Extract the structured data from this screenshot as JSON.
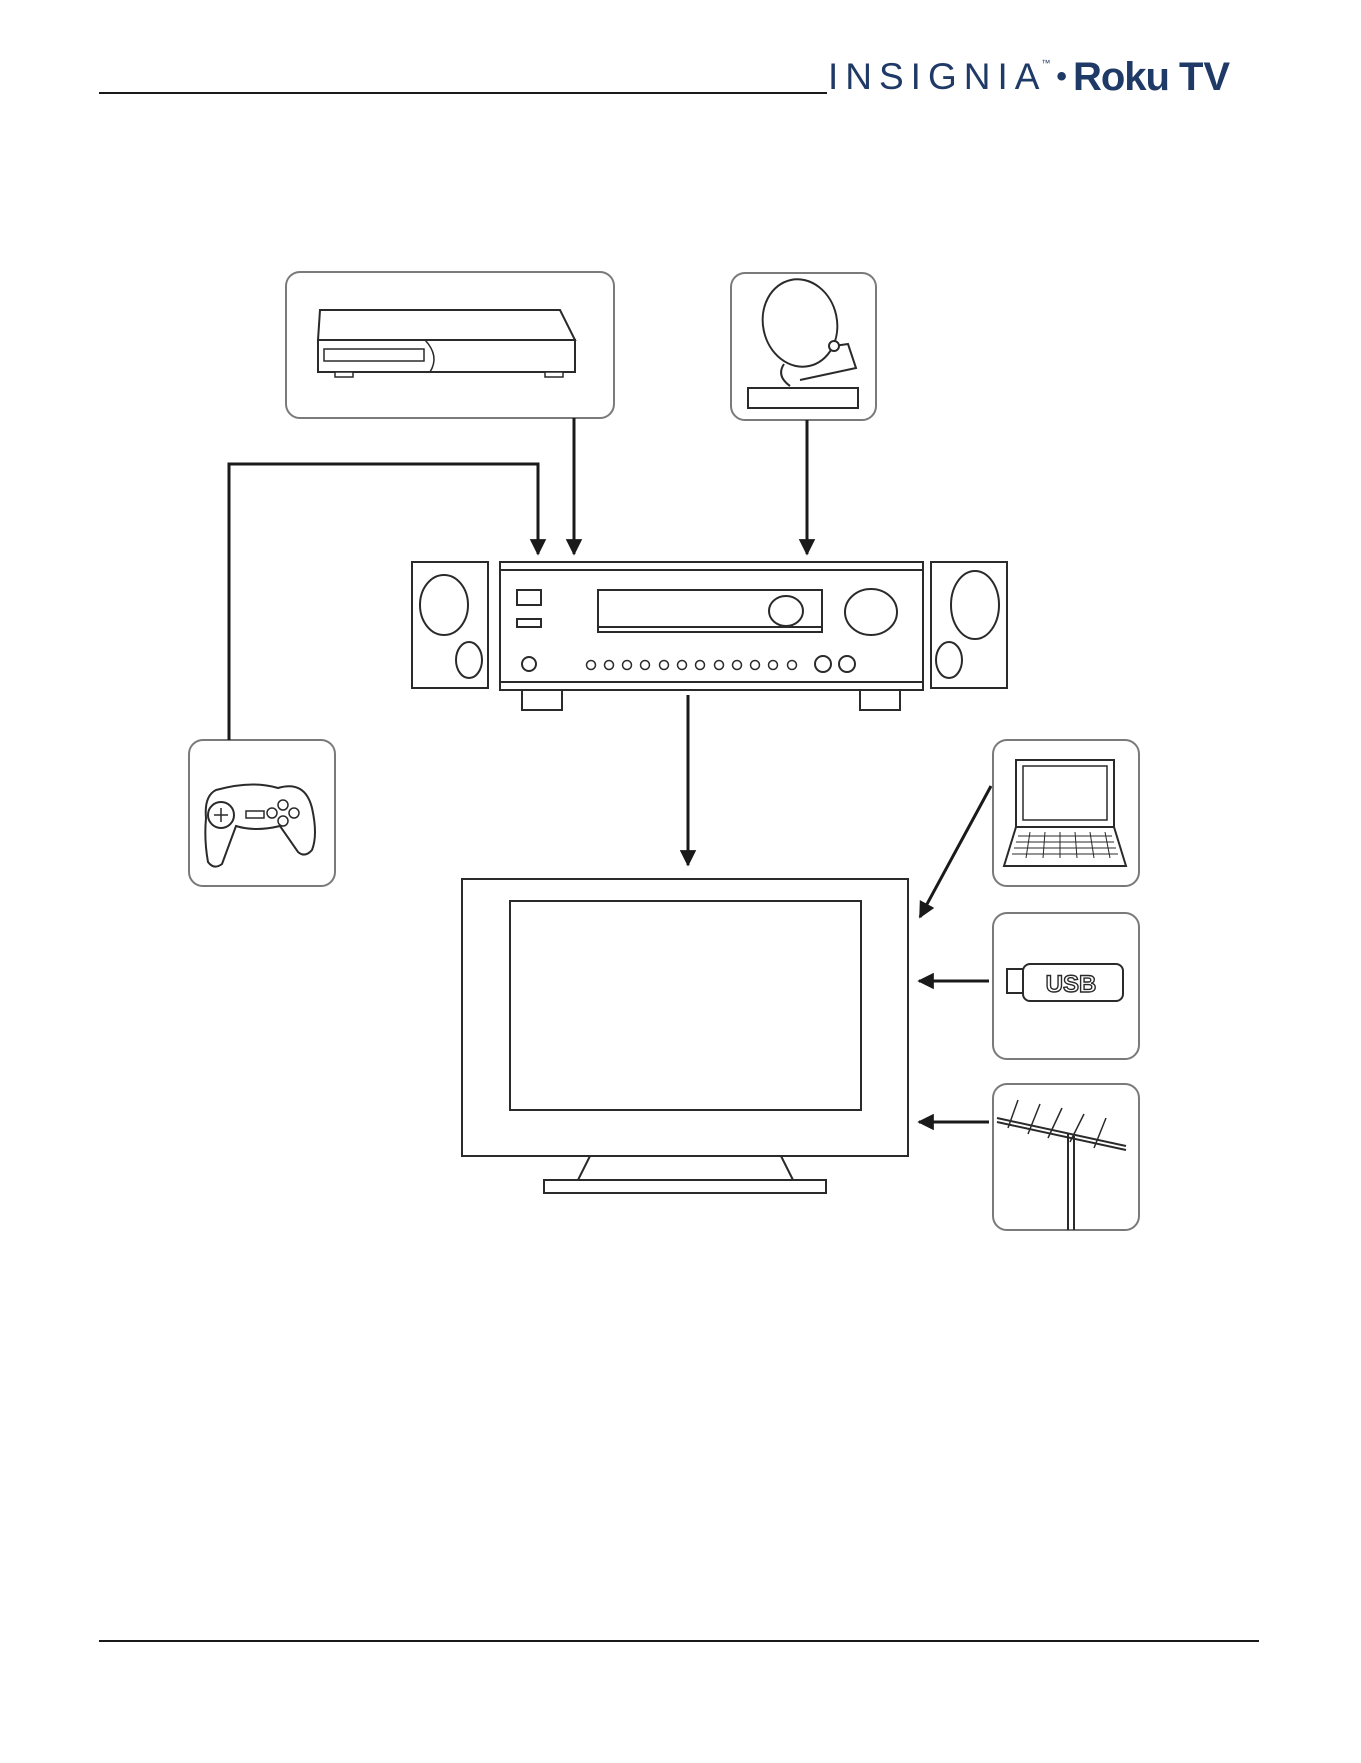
{
  "header": {
    "brand_insignia": "INSIGNIA",
    "brand_trademark": "™",
    "brand_separator": "•",
    "brand_roku": "Roku",
    "brand_tv": "TV",
    "brand_color": "#1f3a66"
  },
  "diagram": {
    "usb_label": "USB",
    "line_color": "#1a1a1a",
    "box_border_color": "#7a7a7a",
    "icons": [
      "dvd-player-icon",
      "satellite-dish-icon",
      "av-receiver-icon",
      "speaker-icon",
      "game-controller-icon",
      "laptop-icon",
      "usb-drive-icon",
      "antenna-icon",
      "tv-icon"
    ]
  }
}
